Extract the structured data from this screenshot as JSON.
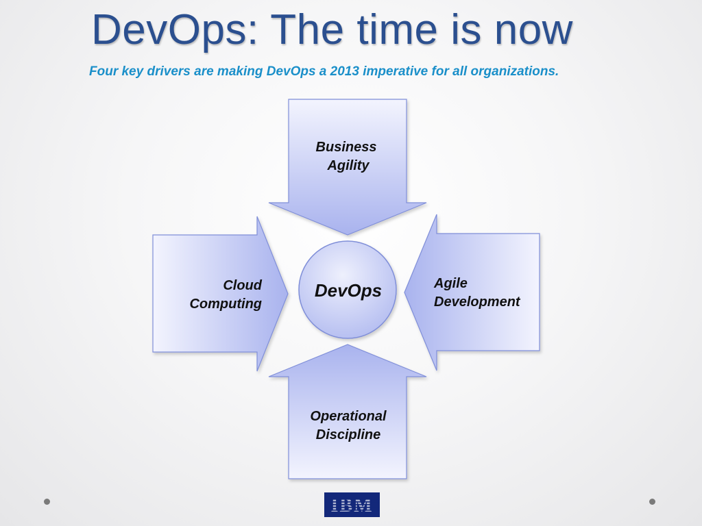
{
  "slide": {
    "title": "DevOps: The time is now",
    "subtitle": "Four key drivers are making DevOps a 2013 imperative for all organizations."
  },
  "diagram": {
    "center": {
      "label": "DevOps"
    },
    "drivers": {
      "top": {
        "line1": "Business",
        "line2": "Agility"
      },
      "left": {
        "line1": "Cloud",
        "line2": "Computing"
      },
      "right": {
        "line1": "Agile",
        "line2": "Development"
      },
      "bottom": {
        "line1": "Operational",
        "line2": "Discipline"
      }
    }
  },
  "logo": {
    "text": "IBM",
    "color": "#13287a"
  },
  "colors": {
    "title": "#2b4f8f",
    "subtitle": "#1a8fc9",
    "arrow_fill_light": "#eef0fd",
    "arrow_fill_dark": "#aab4ef",
    "arrow_stroke": "#7f8ed8"
  }
}
